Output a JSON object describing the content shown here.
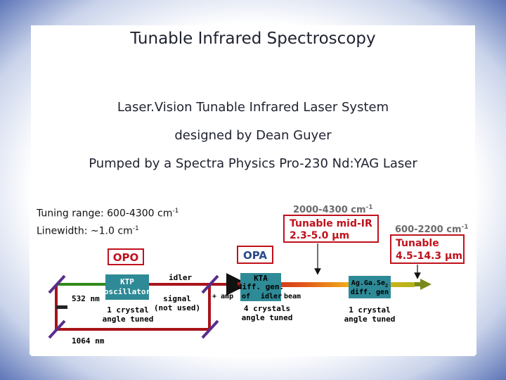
{
  "title": "Tunable Infrared Spectroscopy",
  "lines": {
    "system": "Laser.Vision Tunable Infrared Laser System",
    "designer": "designed by Dean Guyer",
    "pump": "Pumped by a Spectra Physics Pro-230 Nd:YAG Laser"
  },
  "specs": {
    "tuning_prefix": "Tuning range: 600-4300 cm",
    "tuning_exp": "-1",
    "linewidth_prefix": "Linewidth: ~1.0 cm",
    "linewidth_exp": "-1"
  },
  "diagram": {
    "range_top": "2000-4300 cm",
    "range_top_exp": "-1",
    "mid_ir_title": "Tunable mid-IR",
    "mid_ir_range": "2.3-5.0 µm",
    "range_right": "600-2200 cm",
    "range_right_exp": "-1",
    "tunable_title": "Tunable",
    "tunable_range": "4.5-14.3 µm",
    "opo_label": "OPO",
    "opa_label": "OPA",
    "ktp_line1": "KTP",
    "ktp_line2": "oscillator",
    "wl_532": "532 nm",
    "wl_1064": "1064 nm",
    "idler": "idler",
    "signal_line1": "signal",
    "signal_line2": "(not used)",
    "opo_crystal_line1": "1 crystal",
    "opo_crystal_line2": "angle tuned",
    "amp_of": "+ amp",
    "amp_of2": "of",
    "idler2": "idler",
    "beam": "beam",
    "kta_line1": "KTA",
    "kta_line2": "diff. gen.",
    "opa_crystal_line1": "4 crystals",
    "opa_crystal_line2": "angle tuned",
    "agg_line1": "Ag.Ga.Se",
    "agg_sub": "2",
    "agg_line2": "diff. gen",
    "agg_crystal_line1": "1 crystal",
    "agg_crystal_line2": "angle tuned",
    "colors": {
      "red_box": "#c0121c",
      "teal_box": "#2e8a96",
      "green_beam": "#2f8a1a",
      "red_beam": "#a8141a",
      "purple_mirror": "#5a2d8a",
      "olive_beam": "#7a8a1a",
      "gray_range": "#6b6b6b"
    }
  }
}
